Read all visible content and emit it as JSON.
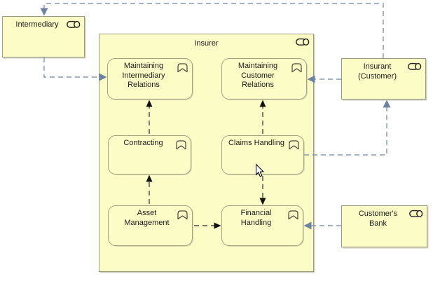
{
  "view": {
    "kind": "archimate-business-process-view",
    "container": {
      "label": "Insurer",
      "icon": "business-role-icon"
    },
    "nodes": {
      "intermediary": {
        "label": "Intermediary",
        "icon": "business-role-icon"
      },
      "insurer": {
        "label": "Insurer",
        "icon": "business-role-icon"
      },
      "insurant": {
        "lines": [
          "Insurant",
          "(Customer)"
        ],
        "icon": "business-role-icon"
      },
      "customers_bank": {
        "lines": [
          "Customer's",
          "Bank"
        ],
        "icon": "business-role-icon"
      },
      "maintaining_intermediary_relations": {
        "lines": [
          "Maintaining",
          "Intermediary",
          "Relations"
        ],
        "icon": "business-function-icon"
      },
      "maintaining_customer_relations": {
        "lines": [
          "Maintaining",
          "Customer",
          "Relations"
        ],
        "icon": "business-function-icon"
      },
      "contracting": {
        "label": "Contracting",
        "icon": "business-function-icon"
      },
      "claims_handling": {
        "label": "Claims Handling",
        "icon": "business-function-icon"
      },
      "asset_management": {
        "lines": [
          "Asset",
          "Management"
        ],
        "icon": "business-function-icon"
      },
      "financial_handling": {
        "lines": [
          "Financial",
          "Handling"
        ],
        "icon": "business-function-icon"
      }
    },
    "connections": [
      {
        "from": "Insurant (Customer)",
        "to": "Intermediary",
        "style": "dashed",
        "color_role": "external-gray"
      },
      {
        "from": "Intermediary",
        "to": "Maintaining Intermediary Relations",
        "style": "dashed",
        "color_role": "external-gray"
      },
      {
        "from": "Insurant (Customer)",
        "to": "Maintaining Customer Relations",
        "style": "dashed",
        "color_role": "external-gray"
      },
      {
        "from": "Claims Handling",
        "to": "Insurant (Customer)",
        "style": "dashed",
        "color_role": "external-gray"
      },
      {
        "from": "Customer's Bank",
        "to": "Financial Handling",
        "style": "dashed",
        "color_role": "external-gray"
      },
      {
        "from": "Contracting",
        "to": "Maintaining Intermediary Relations",
        "style": "dashed",
        "color_role": "internal-black"
      },
      {
        "from": "Claims Handling",
        "to": "Maintaining Customer Relations",
        "style": "dashed",
        "color_role": "internal-black"
      },
      {
        "from": "Asset Management",
        "to": "Contracting",
        "style": "dashed",
        "color_role": "internal-black"
      },
      {
        "from": "Claims Handling",
        "to": "Financial Handling",
        "style": "dashed",
        "color_role": "internal-black"
      },
      {
        "from": "Asset Management",
        "to": "Financial Handling",
        "style": "dashed",
        "color_role": "internal-black"
      }
    ],
    "colors": {
      "business_fill": "#FCFCC6",
      "box_border": "#9A9A7C",
      "external_relation": "#8795AD",
      "external_arrowhead": "#6F82A1",
      "internal_relation": "#4A4A42",
      "internal_arrowhead": "#111111"
    },
    "cursor": {
      "icon": "mouse-pointer-icon",
      "near": "Claims Handling"
    }
  }
}
